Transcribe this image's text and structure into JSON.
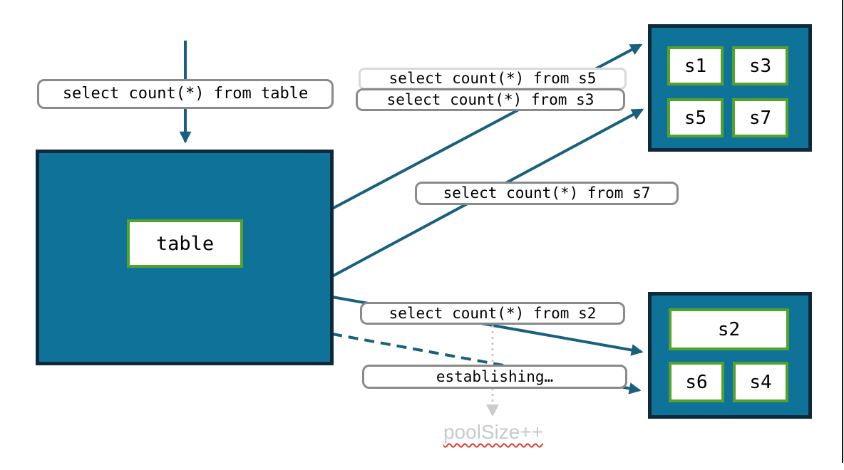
{
  "colors": {
    "teal-fill": "#0f7399",
    "navy-border": "#0e2a3a",
    "green-border": "#53a32a",
    "arrow": "#19607f",
    "label-border": "#8a8a8a",
    "label-border-light": "#d9d9d9",
    "muted-gray": "#cbcbcb",
    "pool-text": "#c5cacc",
    "squiggle-red": "#e03c31"
  },
  "queries": {
    "table": "select count(*) from table",
    "s5": "select count(*) from s5",
    "s3": "select count(*) from s3",
    "s7": "select count(*) from s7",
    "s2": "select count(*) from s2"
  },
  "status": {
    "establishing": "establishing…",
    "pool_size": "poolSize++"
  },
  "table_box": {
    "label": "table"
  },
  "shard_group_top": {
    "shards": [
      "s1",
      "s3",
      "s5",
      "s7"
    ]
  },
  "shard_group_bottom": {
    "shards": [
      "s2",
      "s6",
      "s4"
    ]
  }
}
